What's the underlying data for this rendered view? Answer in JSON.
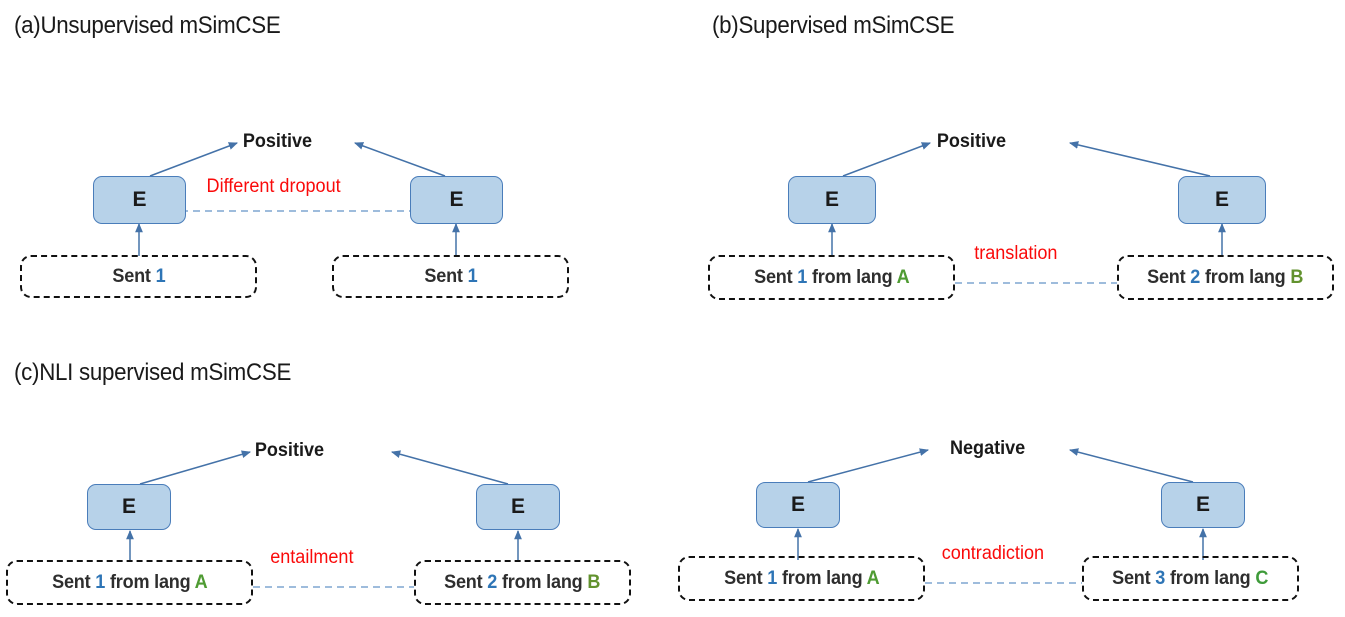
{
  "figure": {
    "background_color": "#ffffff",
    "accent_box_fill": "#b7d2e9",
    "accent_box_border": "#4a7dba",
    "arrow_color": "#4472a8",
    "relation_color": "#fa0a0a",
    "number_color": "#2e75b6",
    "lang_color": "#4f9b33",
    "dashed_border_color": "#111111"
  },
  "panels": [
    {
      "id": "a",
      "title": "(a)Unsupervised mSimCSE",
      "target_label": "Positive",
      "relation_label": "Different dropout",
      "encoder_left_label": "E",
      "encoder_right_label": "E",
      "left_sentence": {
        "prefix": "Sent ",
        "num": "1",
        "mid": "",
        "lang": ""
      },
      "right_sentence": {
        "prefix": "Sent ",
        "num": "1",
        "mid": "",
        "lang": ""
      }
    },
    {
      "id": "b",
      "title": "(b)Supervised mSimCSE",
      "target_label": "Positive",
      "relation_label": "translation",
      "encoder_left_label": "E",
      "encoder_right_label": "E",
      "left_sentence": {
        "prefix": "Sent ",
        "num": "1",
        "mid": " from lang ",
        "lang": "A"
      },
      "right_sentence": {
        "prefix": "Sent ",
        "num": "2",
        "mid": " from lang ",
        "lang": "B"
      }
    },
    {
      "id": "c-left",
      "title": "(c)NLI supervised mSimCSE",
      "target_label": "Positive",
      "relation_label": "entailment",
      "encoder_left_label": "E",
      "encoder_right_label": "E",
      "left_sentence": {
        "prefix": "Sent ",
        "num": "1",
        "mid": " from lang ",
        "lang": "A"
      },
      "right_sentence": {
        "prefix": "Sent ",
        "num": "2",
        "mid": " from lang ",
        "lang": "B"
      }
    },
    {
      "id": "c-right",
      "title": "",
      "target_label": "Negative",
      "relation_label": "contradiction",
      "encoder_left_label": "E",
      "encoder_right_label": "E",
      "left_sentence": {
        "prefix": "Sent ",
        "num": "1",
        "mid": " from lang ",
        "lang": "A"
      },
      "right_sentence": {
        "prefix": "Sent ",
        "num": "3",
        "mid": " from lang ",
        "lang": "C"
      }
    }
  ],
  "icons": {
    "arrow_up": "arrow-up-icon",
    "arrow_diagonal": "arrow-diagonal-icon",
    "dashed_link": "dashed-link-icon"
  }
}
